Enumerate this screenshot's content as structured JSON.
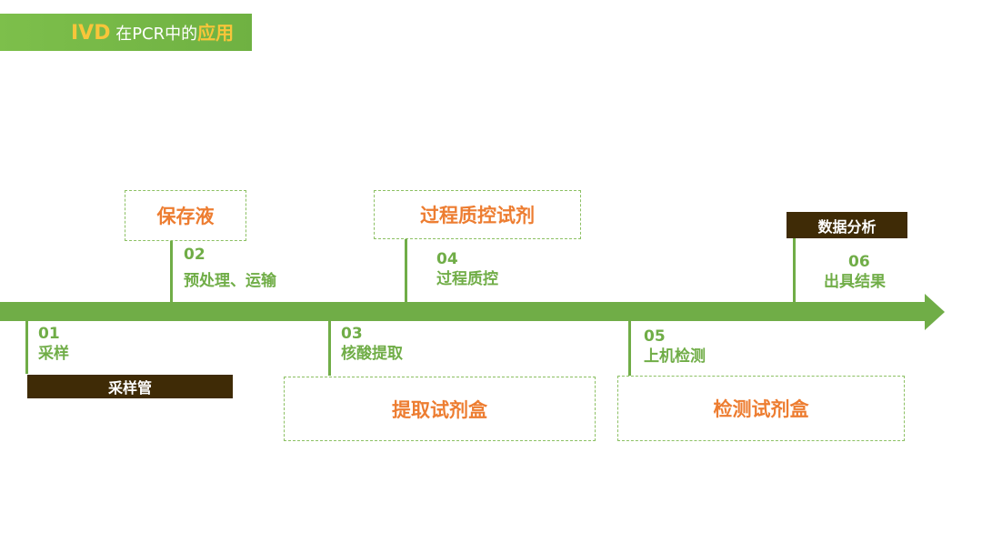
{
  "title": {
    "accent": "IVD",
    "middle": " 在PCR中的",
    "end": "应用"
  },
  "steps": [
    {
      "num": "01",
      "label": "采样",
      "product": "采样管"
    },
    {
      "num": "02",
      "label": "预处理、运输",
      "product": "保存液"
    },
    {
      "num": "03",
      "label": "核酸提取",
      "product": "提取试剂盒"
    },
    {
      "num": "04",
      "label": "过程质控",
      "product": "过程质控试剂"
    },
    {
      "num": "05",
      "label": "上机检测",
      "product": "检测试剂盒"
    },
    {
      "num": "06",
      "label": "出具结果",
      "product": "数据分析"
    }
  ],
  "colors": {
    "green": "#70ad47",
    "orange": "#ed7d31",
    "dark_brown": "#3f2b06",
    "yellow": "#f8c53a"
  }
}
